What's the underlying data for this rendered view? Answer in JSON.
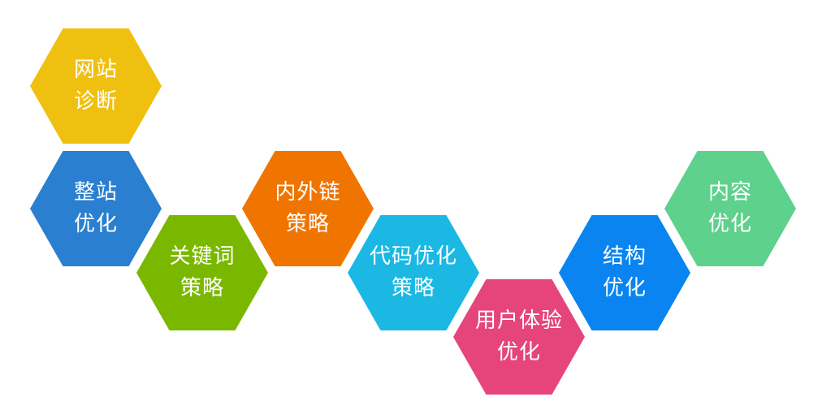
{
  "hexagons": [
    {
      "id": "site-diagnosis",
      "lines": [
        "网站",
        "诊断"
      ],
      "color": "#f0c010"
    },
    {
      "id": "site-optimization",
      "lines": [
        "整站",
        "优化"
      ],
      "color": "#2a7fd0"
    },
    {
      "id": "keyword-strategy",
      "lines": [
        "关键词",
        "策略"
      ],
      "color": "#7ab800"
    },
    {
      "id": "link-strategy",
      "lines": [
        "内外链",
        "策略"
      ],
      "color": "#f07400"
    },
    {
      "id": "code-optimization",
      "lines": [
        "代码优化",
        "策略"
      ],
      "color": "#1ab8e3"
    },
    {
      "id": "ux-optimization",
      "lines": [
        "用户体验",
        "优化"
      ],
      "color": "#e5457a"
    },
    {
      "id": "structure-optimization",
      "lines": [
        "结构",
        "优化"
      ],
      "color": "#0a84f0"
    },
    {
      "id": "content-optimization",
      "lines": [
        "内容",
        "优化"
      ],
      "color": "#5ed18c"
    }
  ]
}
